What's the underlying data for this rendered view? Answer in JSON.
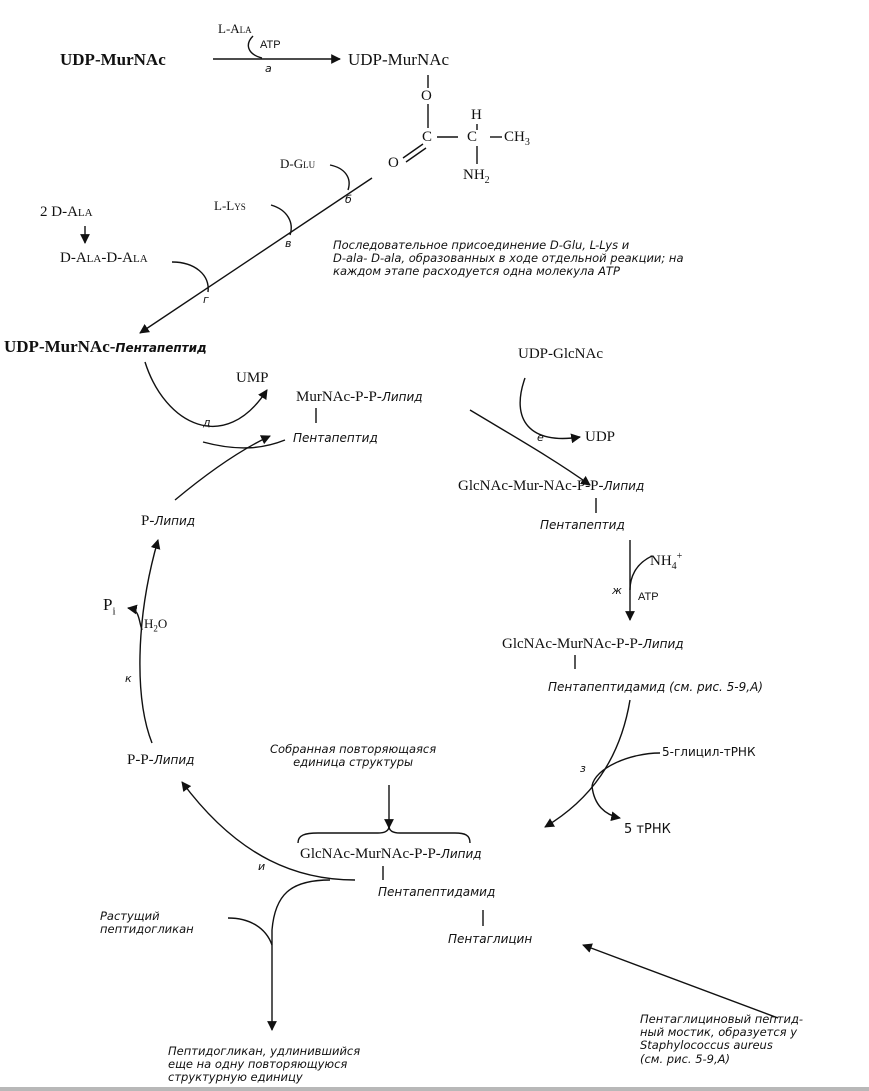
{
  "top": {
    "substrate": "UDP-MurNAc",
    "l_ala": "L-Ala",
    "atp": "ATP",
    "step_a": "а",
    "product": "UDP-MurNAc",
    "o": "O",
    "h": "H",
    "c1": "C",
    "c2": "C",
    "ch3": "CH",
    "ch3_sub": "3",
    "o_eq": "O",
    "nh2": "NH",
    "nh2_sub": "2"
  },
  "chain": {
    "d_glu": "D-Glu",
    "step_b": "б",
    "l_lys": "L-Lys",
    "step_v": "в",
    "two_d_ala": "2 D-Ala",
    "d_ala_d_ala": "D-Ala-D-Ala",
    "step_g": "г",
    "note": [
      "Последовательное присоединение  D-Glu, L-Lys и",
      "D-ala- D-ala, образованных  в ходе отдельной реакции; на",
      "каждом этапе расходуется одна молекула АТР"
    ]
  },
  "cycle": {
    "udp_murnac": "UDP-MurNAc-",
    "pentapeptide": "Пентапептид",
    "ump": "UMP",
    "step_d": "д",
    "murnac_lipid": "MurNAc-P-P-",
    "lipid": "Липид",
    "pentapeptide2": "Пентапептид",
    "udp_glcnac": "UDP-GlcNAc",
    "step_e": "е",
    "udp": "UDP",
    "glcnac_mur": "GlcNAc-Mur-NAc-P-P-",
    "lipid2": "Липид",
    "pentapeptide3": "Пентапептид",
    "nh4": "NH",
    "nh4_sup": "4",
    "nh4_plus": "+",
    "step_zh": "ж",
    "atp2": "ATP",
    "glcnac_murnac": "GlcNAc-MurNAc-P-P-",
    "lipid3": "Липид",
    "pentapeptidamide": "Пентапептидамид (см. рис. 5-9,А)",
    "step_z": "з",
    "glycyl_trna": "5-глицил-тРНК",
    "trna": "5 тРНК",
    "assembled_note": [
      "Собранная повторяющаяся",
      "единица структуры"
    ],
    "final_glcnac": "GlcNAc-MurNAc-P-P-",
    "lipid4": "Липид",
    "pentapeptidamide2": "Пентапептидамид",
    "pentaglycine": "Пентаглицин",
    "step_i": "и",
    "pp_lipid": "P-P-",
    "lipid5": "Липид",
    "step_k": "к",
    "pi": "P",
    "pi_sub": "i",
    "h2o": "H",
    "h2o_sub": "2",
    "h2o_o": "O",
    "p_lipid": "P-",
    "lipid6": "Липид",
    "growing": [
      "Растущий",
      "пептидогликан"
    ],
    "elongated": [
      "Пептидогликан, удлинившийся",
      "еще на одну повторяющуюся",
      "структурную единицу"
    ],
    "bridge_note": [
      "Пентаглициновый пептид-",
      "ный мостик, образуется у",
      "Staphylococcus aureus",
      "(см. рис. 5-9,А)"
    ]
  }
}
